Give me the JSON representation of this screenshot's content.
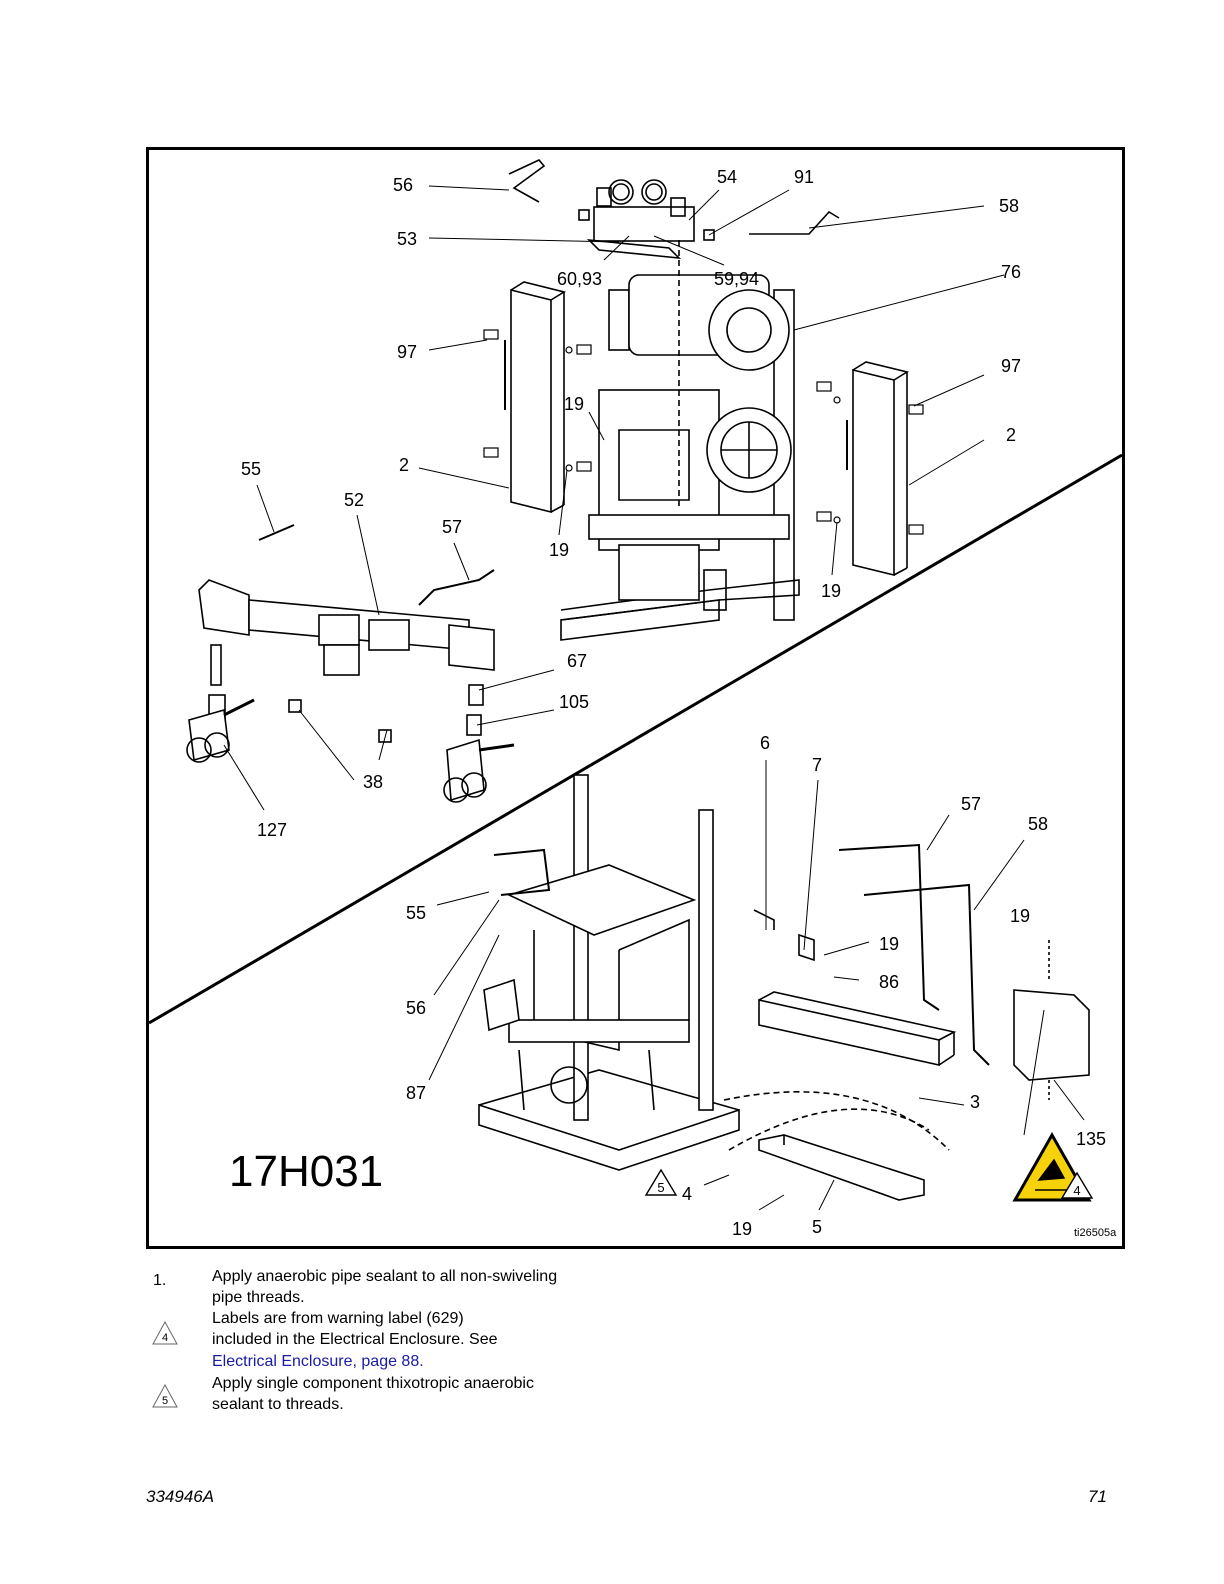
{
  "figure": {
    "model_label": "17H031",
    "image_ref": "ti26505a",
    "callouts": {
      "c56a": "56",
      "c54": "54",
      "c91": "91",
      "c58a": "58",
      "c53": "53",
      "c6093": "60,93",
      "c5994": "59,94",
      "c76": "76",
      "c97a": "97",
      "c97b": "97",
      "c19a": "19",
      "c2a": "2",
      "c2b": "2",
      "c55a": "55",
      "c52": "52",
      "c57a": "57",
      "c19b": "19",
      "c19c": "19",
      "c67": "67",
      "c105": "105",
      "c38": "38",
      "c127": "127",
      "c6": "6",
      "c7": "7",
      "c57b": "57",
      "c58b": "58",
      "c55b": "55",
      "c19d": "19",
      "c19e": "19",
      "c86": "86",
      "c56b": "56",
      "c87": "87",
      "c3": "3",
      "c135": "135",
      "c4a": "4",
      "c4b": "4",
      "c19f": "19",
      "c5": "5"
    },
    "triangle_labels": {
      "t5": "5",
      "t4": "4"
    }
  },
  "notes": [
    {
      "marker": "1.",
      "lines": [
        "Apply anaerobic pipe sealant to all non-swiveling",
        "pipe threads."
      ]
    },
    {
      "marker": "4",
      "lines": [
        "Labels are from warning label (629)",
        "included in the Electrical Enclosure.  See"
      ],
      "link": "Electrical Enclosure, page 88."
    },
    {
      "marker": "5",
      "lines": [
        "Apply single component thixotropic anaerobic",
        "sealant to threads."
      ]
    }
  ],
  "footer": {
    "doc_number": "334946A",
    "page_number": "71"
  },
  "colors": {
    "warning_yellow": "#f5d20a",
    "link_blue": "#1a1aa6"
  }
}
